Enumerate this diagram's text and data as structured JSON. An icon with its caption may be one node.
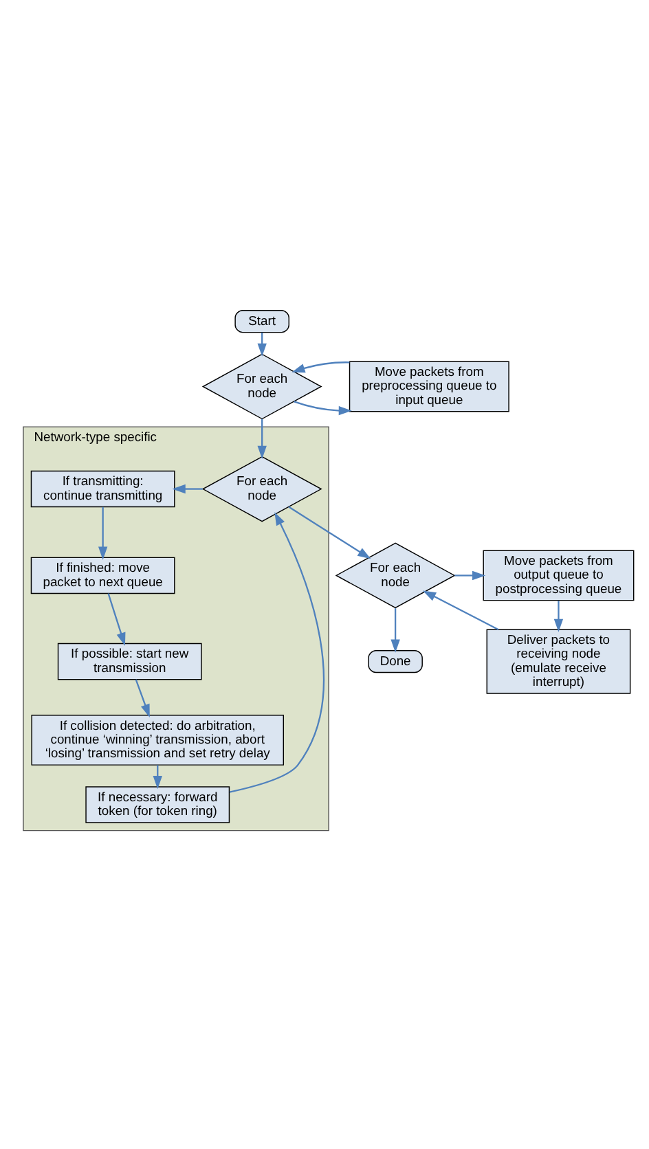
{
  "diagram": {
    "nodes": [
      {
        "text": [
          "Start"
        ]
      },
      {
        "text": [
          "For each node"
        ]
      },
      {
        "text": [
          "Move packets from preprocessing queue to input queue"
        ]
      },
      {
        "text": [
          "Network-type specific"
        ]
      },
      {
        "text": [
          "For each node"
        ],
        "in": 3
      },
      {
        "text": [
          "If transmitting: continue transmitting"
        ],
        "in": 3
      },
      {
        "text": [
          "If finished: move packet to next queue"
        ],
        "in": 3
      },
      {
        "text": [
          "If possible: start new transmission"
        ],
        "in": 3
      },
      {
        "text": [
          "If collision detected: do arbitration, continue ‘winning’ transmission, abort ‘losing’ transmission and set retry delay"
        ],
        "in": 3
      },
      {
        "text": [
          "If necessary: forward token (for token ring)"
        ],
        "in": 3
      },
      {
        "text": [
          "For each node"
        ]
      },
      {
        "text": [
          "Move packets from output queue to postprocessing queue"
        ]
      },
      {
        "text": [
          "Deliver packets to receiving node (emulate receive interrupt)"
        ]
      },
      {
        "text": [
          "Done"
        ]
      }
    ],
    "edges": [
      {
        "from": 0,
        "to": 1,
        "arrow": "to"
      },
      {
        "from": 1,
        "to": 2,
        "arrow": "to"
      },
      {
        "from": 2,
        "to": 1,
        "arrow": "to"
      },
      {
        "from": 1,
        "to": 4,
        "arrow": "to"
      },
      {
        "from": 4,
        "to": 5,
        "arrow": "to"
      },
      {
        "from": 5,
        "to": 6,
        "arrow": "to"
      },
      {
        "from": 6,
        "to": 7,
        "arrow": "to"
      },
      {
        "from": 7,
        "to": 8,
        "arrow": "to"
      },
      {
        "from": 8,
        "to": 9,
        "arrow": "to"
      },
      {
        "from": 9,
        "to": 4,
        "arrow": "to"
      },
      {
        "from": 4,
        "to": 10,
        "arrow": "to"
      },
      {
        "from": 10,
        "to": 11,
        "arrow": "to"
      },
      {
        "from": 11,
        "to": 12,
        "arrow": "to"
      },
      {
        "from": 12,
        "to": 10,
        "arrow": "to"
      },
      {
        "from": 10,
        "to": 13,
        "arrow": "to"
      }
    ]
  }
}
